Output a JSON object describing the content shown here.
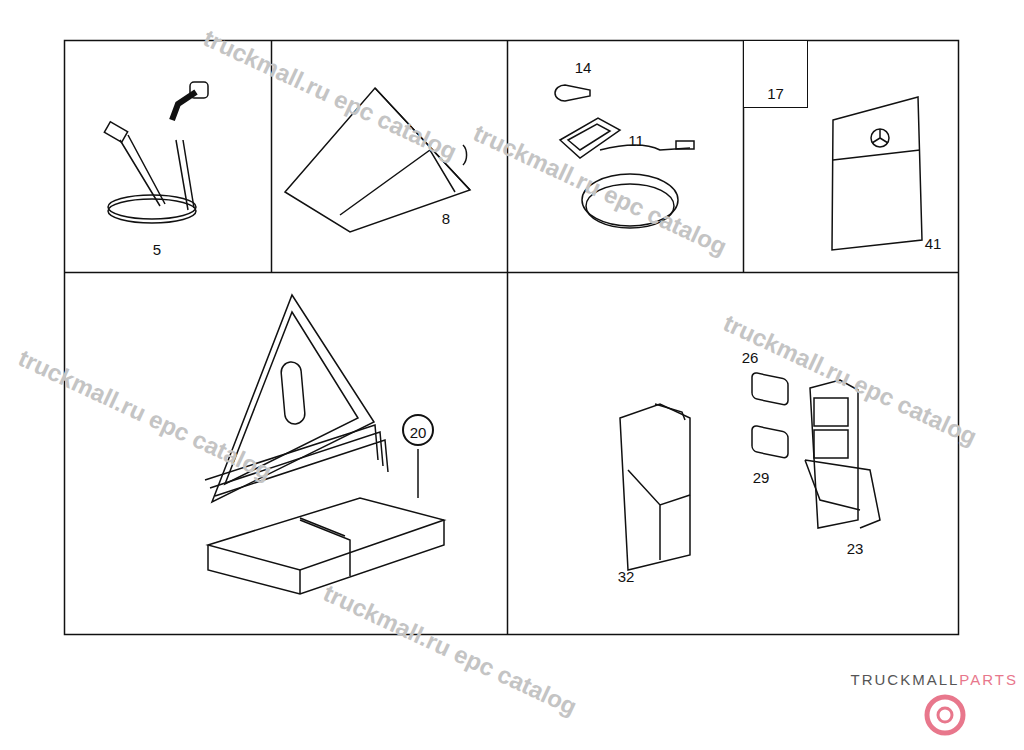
{
  "diagram": {
    "nodes": [
      {
        "text": [
          "17"
        ]
      },
      {
        "text": [
          "20"
        ]
      }
    ],
    "labels": [
      "5",
      "8",
      "14",
      "11",
      "41",
      "26",
      "29",
      "23",
      "32",
      "truckmall.ru epc catalog",
      "truckmall.ru epc catalog",
      "truckmall.ru epc catalog",
      "truckmall.ru epc catalog",
      "truckmall.ru epc catalog",
      "TRUCKMALL",
      "PARTS"
    ]
  }
}
